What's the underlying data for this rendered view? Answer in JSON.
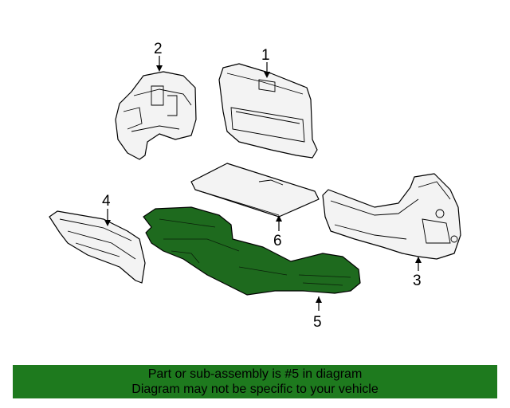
{
  "diagram": {
    "callouts": [
      "1",
      "2",
      "3",
      "4",
      "5",
      "6"
    ],
    "highlight_color": "#1e6a1e"
  },
  "footer": {
    "line1": "Part or sub-assembly is #5 in diagram",
    "line2": "Diagram may not be specific to your vehicle",
    "background": "#1e7a1e"
  }
}
